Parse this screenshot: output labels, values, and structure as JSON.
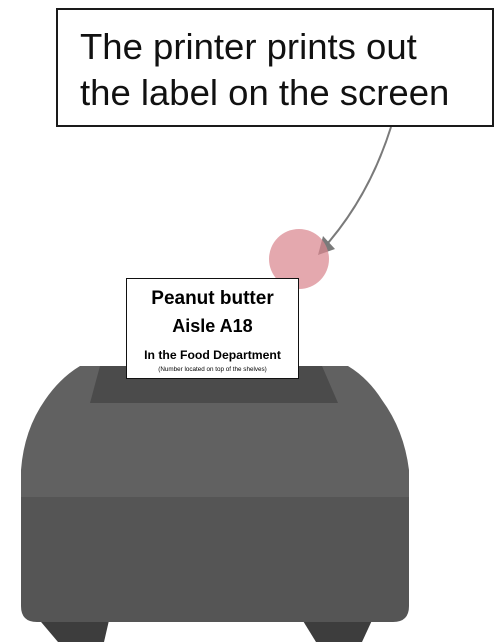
{
  "callout": {
    "line1": "The printer prints out",
    "line2": "the label on the screen"
  },
  "label": {
    "product": "Peanut butter",
    "aisle": "Aisle A18",
    "department": "In the Food Department",
    "note": "(Number located on top of the shelves)"
  },
  "colors": {
    "printer_top": "#616161",
    "printer_body": "#555555",
    "printer_slot": "#4b4b4b",
    "printer_feet": "#3d3d3d",
    "arrow": "#7a7a7a",
    "click_marker": "#d9868f"
  },
  "icons": {
    "printer": "printer-icon",
    "click_marker": "click-marker-icon",
    "arrow": "curved-arrow-icon"
  }
}
